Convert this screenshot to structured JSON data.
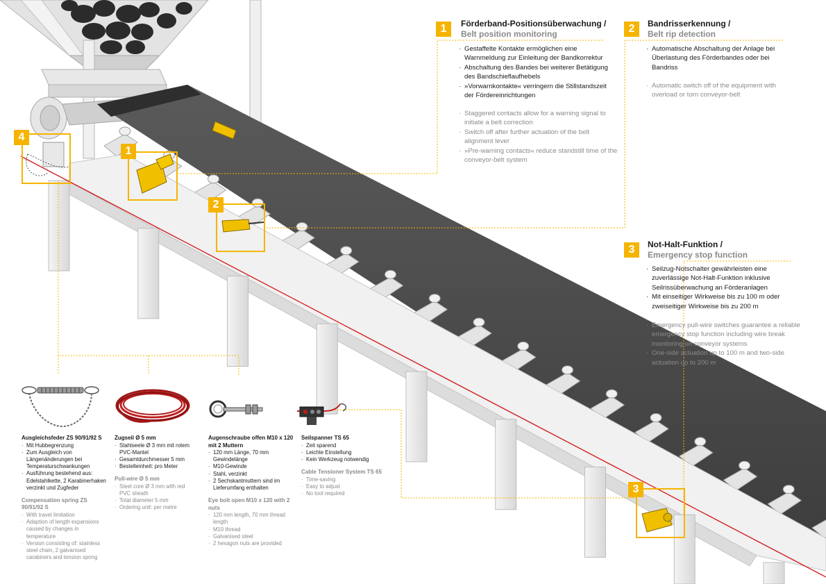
{
  "colors": {
    "accent": "#f5b400",
    "wire": "#d42020",
    "belt": "#474747",
    "frame": "#e9e9e9"
  },
  "callouts": [
    {
      "number": "1",
      "title_de": "Förderband-Positionsüberwachung /",
      "title_en": "Belt position monitoring",
      "bullets_de": [
        "Gestaffelte Kontakte ermöglichen eine Warnmeldung zur Einleitung der Bandkorrektur",
        "Abschaltung des Bandes bei weiterer Betätigung des Bandschieflaufhebels",
        "»Vorwarnkontakte« verringern die Stillstandszeit der Fördereinrichtungen"
      ],
      "bullets_en": [
        "Staggered contacts allow for a warning signal to initiate a belt correction",
        "Switch off after further actuation of the belt alignment lever",
        "»Pre-warning contacts« reduce standstill time of the conveyor-belt system"
      ]
    },
    {
      "number": "2",
      "title_de": "Bandrisserkennung /",
      "title_en": "Belt rip detection",
      "bullets_de": [
        "Automatische Abschaltung der Anlage bei Überlastung des Förderbandes oder bei Bandriss"
      ],
      "bullets_en": [
        "Automatic switch off of the equipment with overload or torn conveyor-belt"
      ]
    },
    {
      "number": "3",
      "title_de": "Not-Halt-Funktion /",
      "title_en": "Emergency stop function",
      "bullets_de": [
        "Seilzug-Notschalter gewährleisten eine zuverlässige Not-Halt-Funktion inklusive Seilrissüberwachung an Förderanlagen",
        "Mit einseitiger Wirkweise bis zu 100 m oder zweiseitiger Wirkweise bis zu 200 m"
      ],
      "bullets_en": [
        "Emergency pull-wire switches guarantee a reliable emergency stop function including wire break monitoring on conveyor systems",
        "One-side actuation up to 100 m and two-side actuation up to 200 m"
      ]
    }
  ],
  "diagram_markers": [
    "1",
    "2",
    "3",
    "4"
  ],
  "accessories": [
    {
      "icon": "compensation-spring-icon",
      "title_de": "Ausgleichsfeder ZS 90/91/92 S",
      "items_de": [
        "Mit Hubbegrenzung",
        "Zum Ausgleich von Längenänderungen bei Temperaturschwankungen",
        "Ausführung bestehend aus: Edelstahlkette, 2 Karabinerhaken verzinkt und Zugfeder"
      ],
      "title_en": "Compensation spring ZS 90/91/92 S",
      "items_en": [
        "With travel limitation",
        "Adaption of length expansions caused by changes in temperature",
        "Version consisting of: stainless steel chain, 2 galvanised carabiners and tension spring"
      ]
    },
    {
      "icon": "pull-wire-coil-icon",
      "title_de": "Zugseil Ø 5 mm",
      "items_de": [
        "Stahlseele Ø 3 mm mit rotem PVC-Mantel",
        "Gesamtdurchmesser 5 mm",
        "Bestelleinheit: pro Meter"
      ],
      "title_en": "Pull-wire Ø 5 mm",
      "items_en": [
        "Steel core Ø 3 mm with red PVC sheath",
        "Total diameter 5 mm",
        "Ordering unit: per metre"
      ]
    },
    {
      "icon": "eye-bolt-icon",
      "title_de": "Augenschraube offen M10 x 120 mit 2 Muttern",
      "items_de": [
        "120 mm Länge, 70 mm Gewindelänge",
        "M10-Gewinde",
        "Stahl, verzinkt",
        "2 Sechskantmuttern sind im Lieferumfang enthalten"
      ],
      "title_en": "Eye bolt open M10 x 120 with 2 nuts",
      "items_en": [
        "120 mm length, 70 mm thread length",
        "M10 thread",
        "Galvanised steel",
        "2 hexagon nuts are provided"
      ]
    },
    {
      "icon": "cable-tensioner-icon",
      "title_de": "Seilspanner TS 65",
      "items_de": [
        "Zeit sparend",
        "Leichte Einstellung",
        "Kein Werkzeug notwendig"
      ],
      "title_en": "Cable Tensioner System TS 65",
      "items_en": [
        "Time-saving",
        "Easy to adjust",
        "No tool required"
      ]
    }
  ]
}
